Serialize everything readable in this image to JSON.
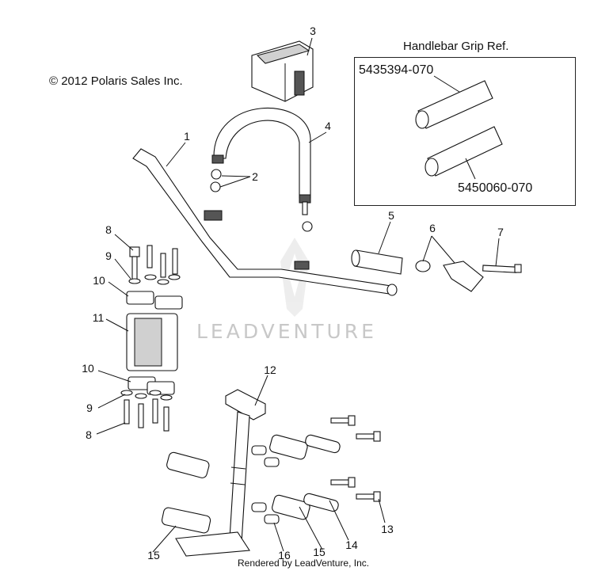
{
  "copyright": "© 2012 Polaris Sales Inc.",
  "footer": "Rendered by LeadVenture, Inc.",
  "watermark": "LEADVENTURE",
  "grip_ref": {
    "title": "Handlebar Grip Ref.",
    "part_number_1": "5435394-070",
    "part_number_2": "5450060-070"
  },
  "callouts": {
    "c1": "1",
    "c2": "2",
    "c3": "3",
    "c4": "4",
    "c5": "5",
    "c6": "6",
    "c7": "7",
    "c8a": "8",
    "c9a": "9",
    "c10a": "10",
    "c11": "11",
    "c10b": "10",
    "c9b": "9",
    "c8b": "8",
    "c12": "12",
    "c13": "13",
    "c14": "14",
    "c15a": "15",
    "c15b": "15",
    "c16": "16"
  }
}
